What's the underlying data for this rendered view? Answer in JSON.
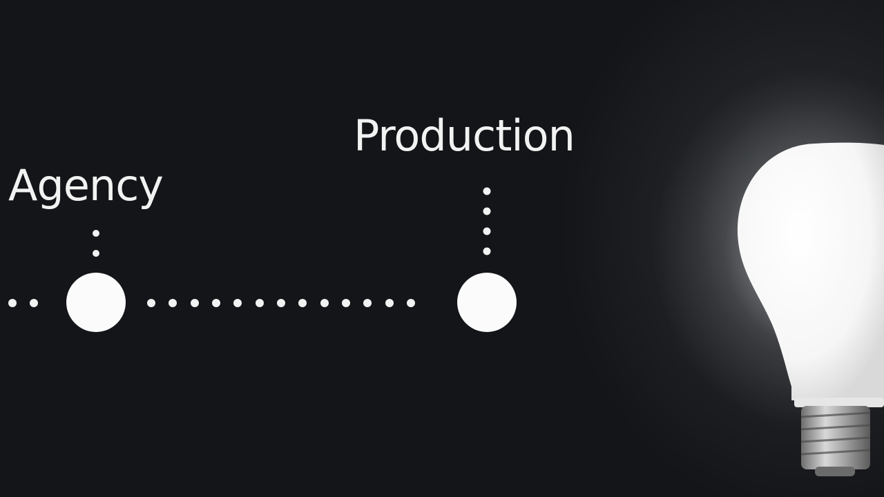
{
  "diagram": {
    "nodes": [
      {
        "id": "agency",
        "label": "Agency"
      },
      {
        "id": "production",
        "label": "Production"
      }
    ],
    "line_style": "dotted",
    "colors": {
      "background": "#131518",
      "foreground": "#f2f2f2",
      "bulb_glow": "#ffffff"
    },
    "icons": [
      "light-bulb-icon"
    ]
  }
}
